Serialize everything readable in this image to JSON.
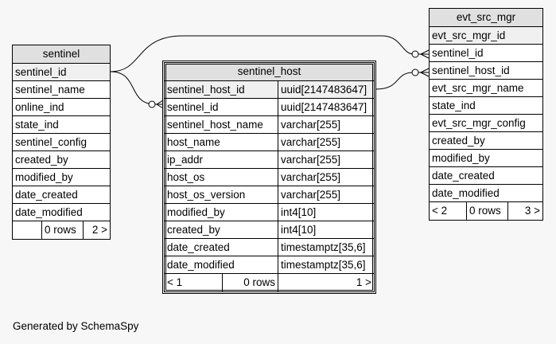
{
  "tables": {
    "sentinel": {
      "name": "sentinel",
      "columns": [
        "sentinel_id",
        "sentinel_name",
        "online_ind",
        "state_ind",
        "sentinel_config",
        "created_by",
        "modified_by",
        "date_created",
        "date_modified"
      ],
      "footer": {
        "left": "",
        "rows": "0 rows",
        "right": "2 >"
      }
    },
    "sentinel_host": {
      "name": "sentinel_host",
      "columns": [
        {
          "name": "sentinel_host_id",
          "type": "uuid[2147483647]"
        },
        {
          "name": "sentinel_id",
          "type": "uuid[2147483647]"
        },
        {
          "name": "sentinel_host_name",
          "type": "varchar[255]"
        },
        {
          "name": "host_name",
          "type": "varchar[255]"
        },
        {
          "name": "ip_addr",
          "type": "varchar[255]"
        },
        {
          "name": "host_os",
          "type": "varchar[255]"
        },
        {
          "name": "host_os_version",
          "type": "varchar[255]"
        },
        {
          "name": "modified_by",
          "type": "int4[10]"
        },
        {
          "name": "created_by",
          "type": "int4[10]"
        },
        {
          "name": "date_created",
          "type": "timestamptz[35,6]"
        },
        {
          "name": "date_modified",
          "type": "timestamptz[35,6]"
        }
      ],
      "footer": {
        "left": "< 1",
        "rows": "0 rows",
        "right": "1 >"
      }
    },
    "evt_src_mgr": {
      "name": "evt_src_mgr",
      "columns": [
        "evt_src_mgr_id",
        "sentinel_id",
        "sentinel_host_id",
        "evt_src_mgr_name",
        "state_ind",
        "evt_src_mgr_config",
        "created_by",
        "modified_by",
        "date_created",
        "date_modified"
      ],
      "footer": {
        "left": "< 2",
        "rows": "0 rows",
        "right": "3 >"
      }
    }
  },
  "credit": "Generated by SchemaSpy"
}
